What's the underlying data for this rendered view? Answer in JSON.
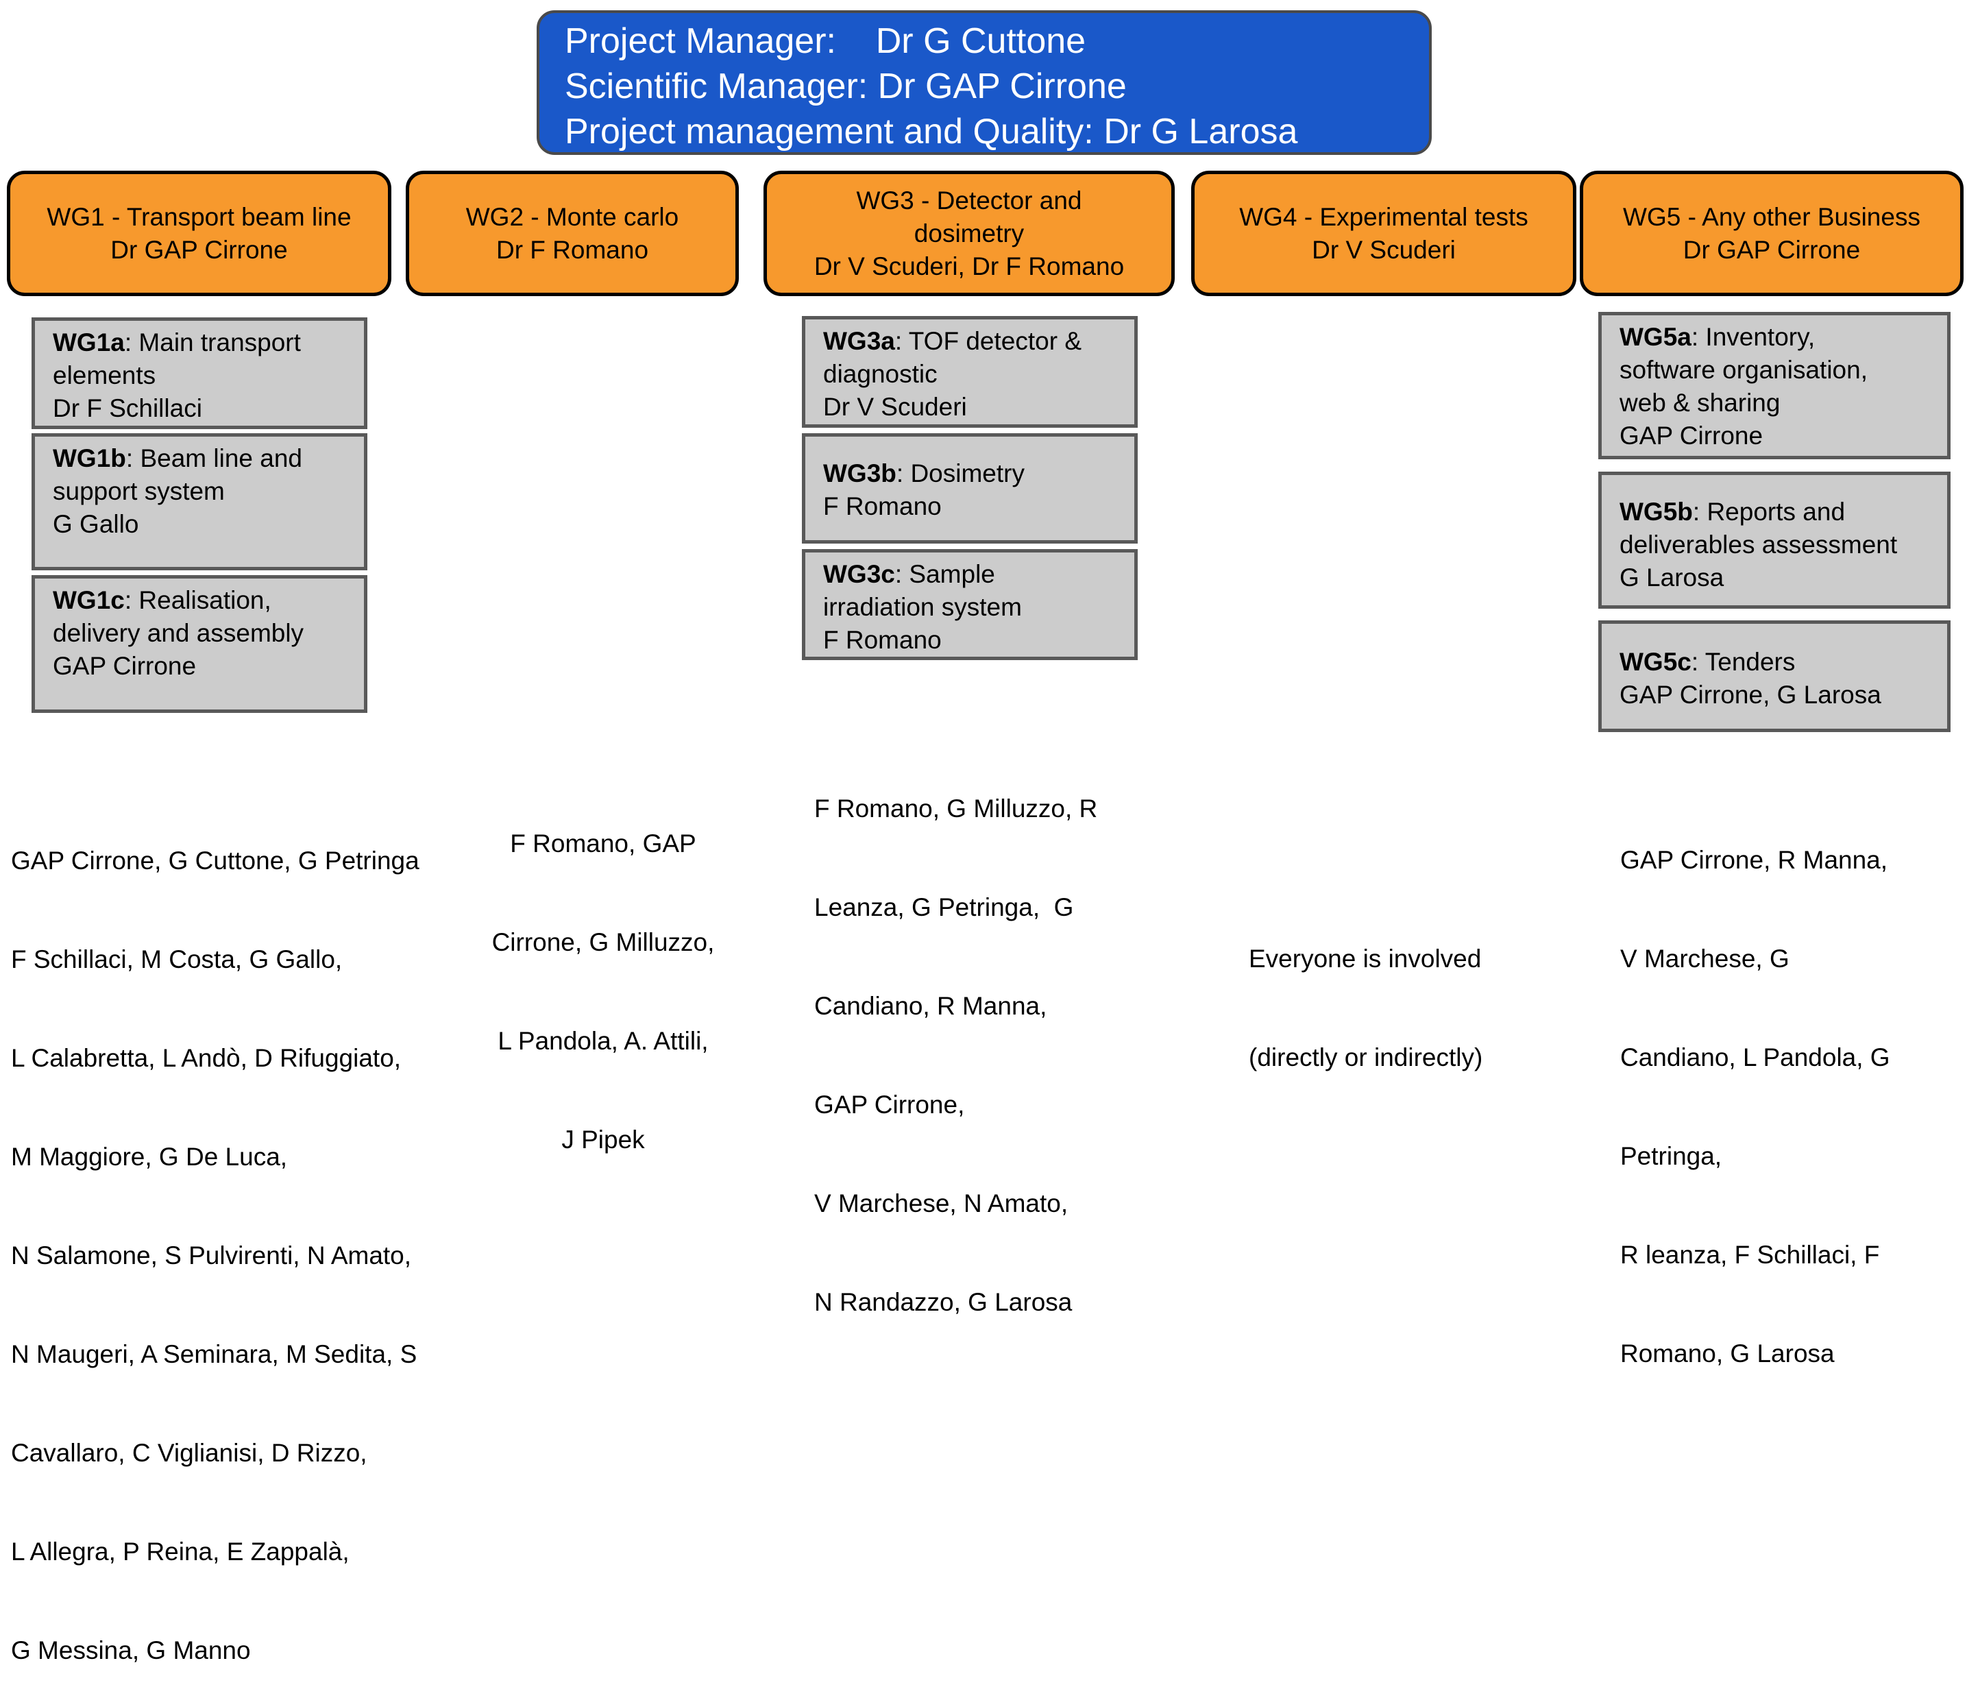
{
  "management": {
    "line1": "Project Manager:    Dr G Cuttone",
    "line2": "Scientific Manager: Dr GAP Cirrone",
    "line3": "Project management and Quality: Dr G Larosa"
  },
  "work_groups": [
    {
      "title": "WG1 - Transport beam line",
      "lead": "Dr GAP Cirrone",
      "subgroups": [
        {
          "code": "WG1a",
          "lines": [
            ": Main transport",
            "elements",
            "Dr F Schillaci"
          ]
        },
        {
          "code": "WG1b",
          "lines": [
            ": Beam line and",
            "support system",
            "G Gallo"
          ]
        },
        {
          "code": "WG1c",
          "lines": [
            ": Realisation,",
            "delivery and assembly",
            "GAP Cirrone"
          ]
        }
      ],
      "members": [
        "GAP Cirrone, G Cuttone, G Petringa",
        "F Schillaci, M Costa, G Gallo,",
        "L Calabretta, L Andò, D Rifuggiato,",
        "M Maggiore, G De Luca,",
        "N Salamone, S Pulvirenti, N Amato,",
        "N Maugeri, A Seminara, M Sedita, S",
        "Cavallaro, C Viglianisi, D Rizzo,",
        "L Allegra, P Reina, E Zappalà,",
        "G Messina, G Manno"
      ]
    },
    {
      "title": "WG2 - Monte carlo",
      "lead": "Dr F Romano",
      "subgroups": [],
      "members": [
        "F Romano, GAP",
        "Cirrone, G Milluzzo,",
        "L Pandola, A. Attili,",
        "J Pipek"
      ]
    },
    {
      "title_lines": [
        "WG3 - Detector and",
        "dosimetry"
      ],
      "lead": "Dr V Scuderi, Dr F Romano",
      "subgroups": [
        {
          "code": "WG3a",
          "lines": [
            ": TOF detector &",
            "diagnostic",
            "Dr V Scuderi"
          ]
        },
        {
          "code": "WG3b",
          "lines": [
            ": Dosimetry",
            "F Romano"
          ]
        },
        {
          "code": "WG3c",
          "lines": [
            ": Sample",
            "irradiation system",
            "F Romano"
          ]
        }
      ],
      "members": [
        "F Romano, G Milluzzo, R",
        "Leanza, G Petringa,  G",
        "Candiano, R Manna,",
        "GAP Cirrone,",
        "V Marchese, N Amato,",
        "N Randazzo, G Larosa"
      ]
    },
    {
      "title": "WG4 - Experimental tests",
      "lead": "Dr V Scuderi",
      "subgroups": [],
      "members": [
        "Everyone is involved",
        "(directly or indirectly)"
      ]
    },
    {
      "title": "WG5 - Any other Business",
      "lead": "Dr GAP Cirrone",
      "subgroups": [
        {
          "code": "WG5a",
          "lines": [
            ": Inventory,",
            "software organisation,",
            "web & sharing",
            "GAP Cirrone"
          ]
        },
        {
          "code": "WG5b",
          "lines": [
            ": Reports and",
            "deliverables assessment",
            "G Larosa"
          ]
        },
        {
          "code": "WG5c",
          "lines": [
            ": Tenders",
            "GAP Cirrone, G Larosa"
          ]
        }
      ],
      "members": [
        "GAP Cirrone, R Manna,",
        "V Marchese, G",
        "Candiano, L Pandola, G",
        "Petringa,",
        "R leanza, F Schillaci, F",
        "Romano, G Larosa"
      ]
    }
  ],
  "colors": {
    "management_fill": "#1a58c9",
    "wg_header_fill": "#f7992d",
    "subgroup_fill": "#cccccc"
  }
}
